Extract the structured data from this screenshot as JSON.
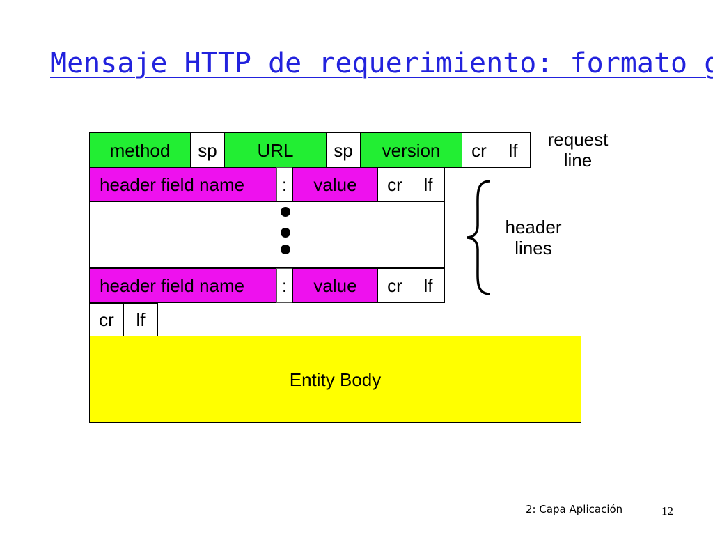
{
  "title": "Mensaje HTTP de requerimiento: formato general",
  "request_line": {
    "method": "method",
    "sp1": "sp",
    "url": "URL",
    "sp2": "sp",
    "version": "version",
    "cr": "cr",
    "lf": "lf",
    "label": "request\nline"
  },
  "header_line_1": {
    "name": "header field name",
    "colon": ":",
    "value": "value",
    "cr": "cr",
    "lf": "lf"
  },
  "header_line_2": {
    "name": "header field name",
    "colon": ":",
    "value": "value",
    "cr": "cr",
    "lf": "lf"
  },
  "header_lines_label": "header\nlines",
  "blank_line": {
    "cr": "cr",
    "lf": "lf"
  },
  "entity_body": "Entity Body",
  "footer": {
    "chapter": "2: Capa Aplicación",
    "page": "12"
  },
  "colors": {
    "title": "#2222dd",
    "request_line_fields": "#22ee33",
    "header_fields": "#ee11ee",
    "entity_body": "#ffff00"
  }
}
